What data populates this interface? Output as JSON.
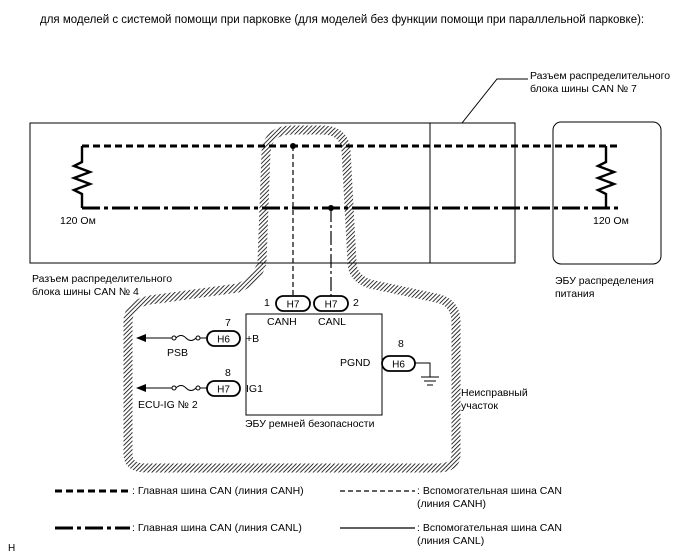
{
  "heading": "для моделей с системой помощи при парковке (для моделей без функции помощи при параллельной парковке):",
  "junction7_label": "Разъем распределительного\nблока шины CAN № 7",
  "junction4_label": "Разъем распределительного\nблока шины CAN № 4",
  "power_ecu_label": "ЭБУ распределения\nпитания",
  "resistor_left_label": "120 Ом",
  "resistor_right_label": "120 Ом",
  "seatbelt_ecu_label": "ЭБУ ремней безопасности",
  "faulty_section_label": "Неисправный\nучасток",
  "connectors": {
    "h7_canh": {
      "code": "H7",
      "pin": "1",
      "signal": "CANH"
    },
    "h7_canl": {
      "code": "H7",
      "pin": "2",
      "signal": "CANL"
    },
    "h6_b": {
      "code": "H6",
      "pin": "7",
      "signal": "+B"
    },
    "h7_ig1": {
      "code": "H7",
      "pin": "8",
      "signal": "IG1"
    },
    "h6_pgnd": {
      "code": "H6",
      "pin": "8",
      "signal": "PGND"
    }
  },
  "fuse_psb": "PSB",
  "fuse_ecuig": "ECU-IG № 2",
  "legend": {
    "main_canh": ": Главная шина CAN (линия CANH)",
    "main_canl": ": Главная шина CAN (линия CANL)",
    "sub_canh": ": Вспомогательная шина CAN\n(линия CANH)",
    "sub_canl": ": Вспомогательная шина CAN\n(линия CANL)"
  },
  "corner_mark": "H"
}
